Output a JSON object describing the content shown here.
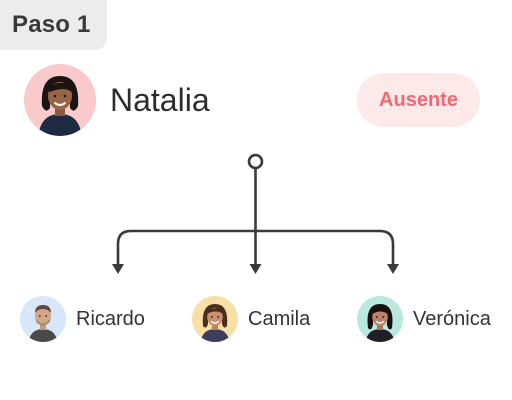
{
  "step": {
    "label": "Paso 1"
  },
  "parent": {
    "name": "Natalia",
    "status": "Ausente",
    "avatar_icon": "person-avatar",
    "avatar_bg": "#f9c9cc"
  },
  "children": [
    {
      "name": "Ricardo",
      "avatar_icon": "person-avatar",
      "avatar_bg": "#d7e6f8"
    },
    {
      "name": "Camila",
      "avatar_icon": "person-avatar",
      "avatar_bg": "#f6e0a6"
    },
    {
      "name": "Verónica",
      "avatar_icon": "person-avatar",
      "avatar_bg": "#b9e8df"
    }
  ],
  "colors": {
    "status_bg": "#fde8ea",
    "status_text": "#f06a72",
    "connector": "#3a3a3a",
    "badge_bg": "#ececec"
  }
}
